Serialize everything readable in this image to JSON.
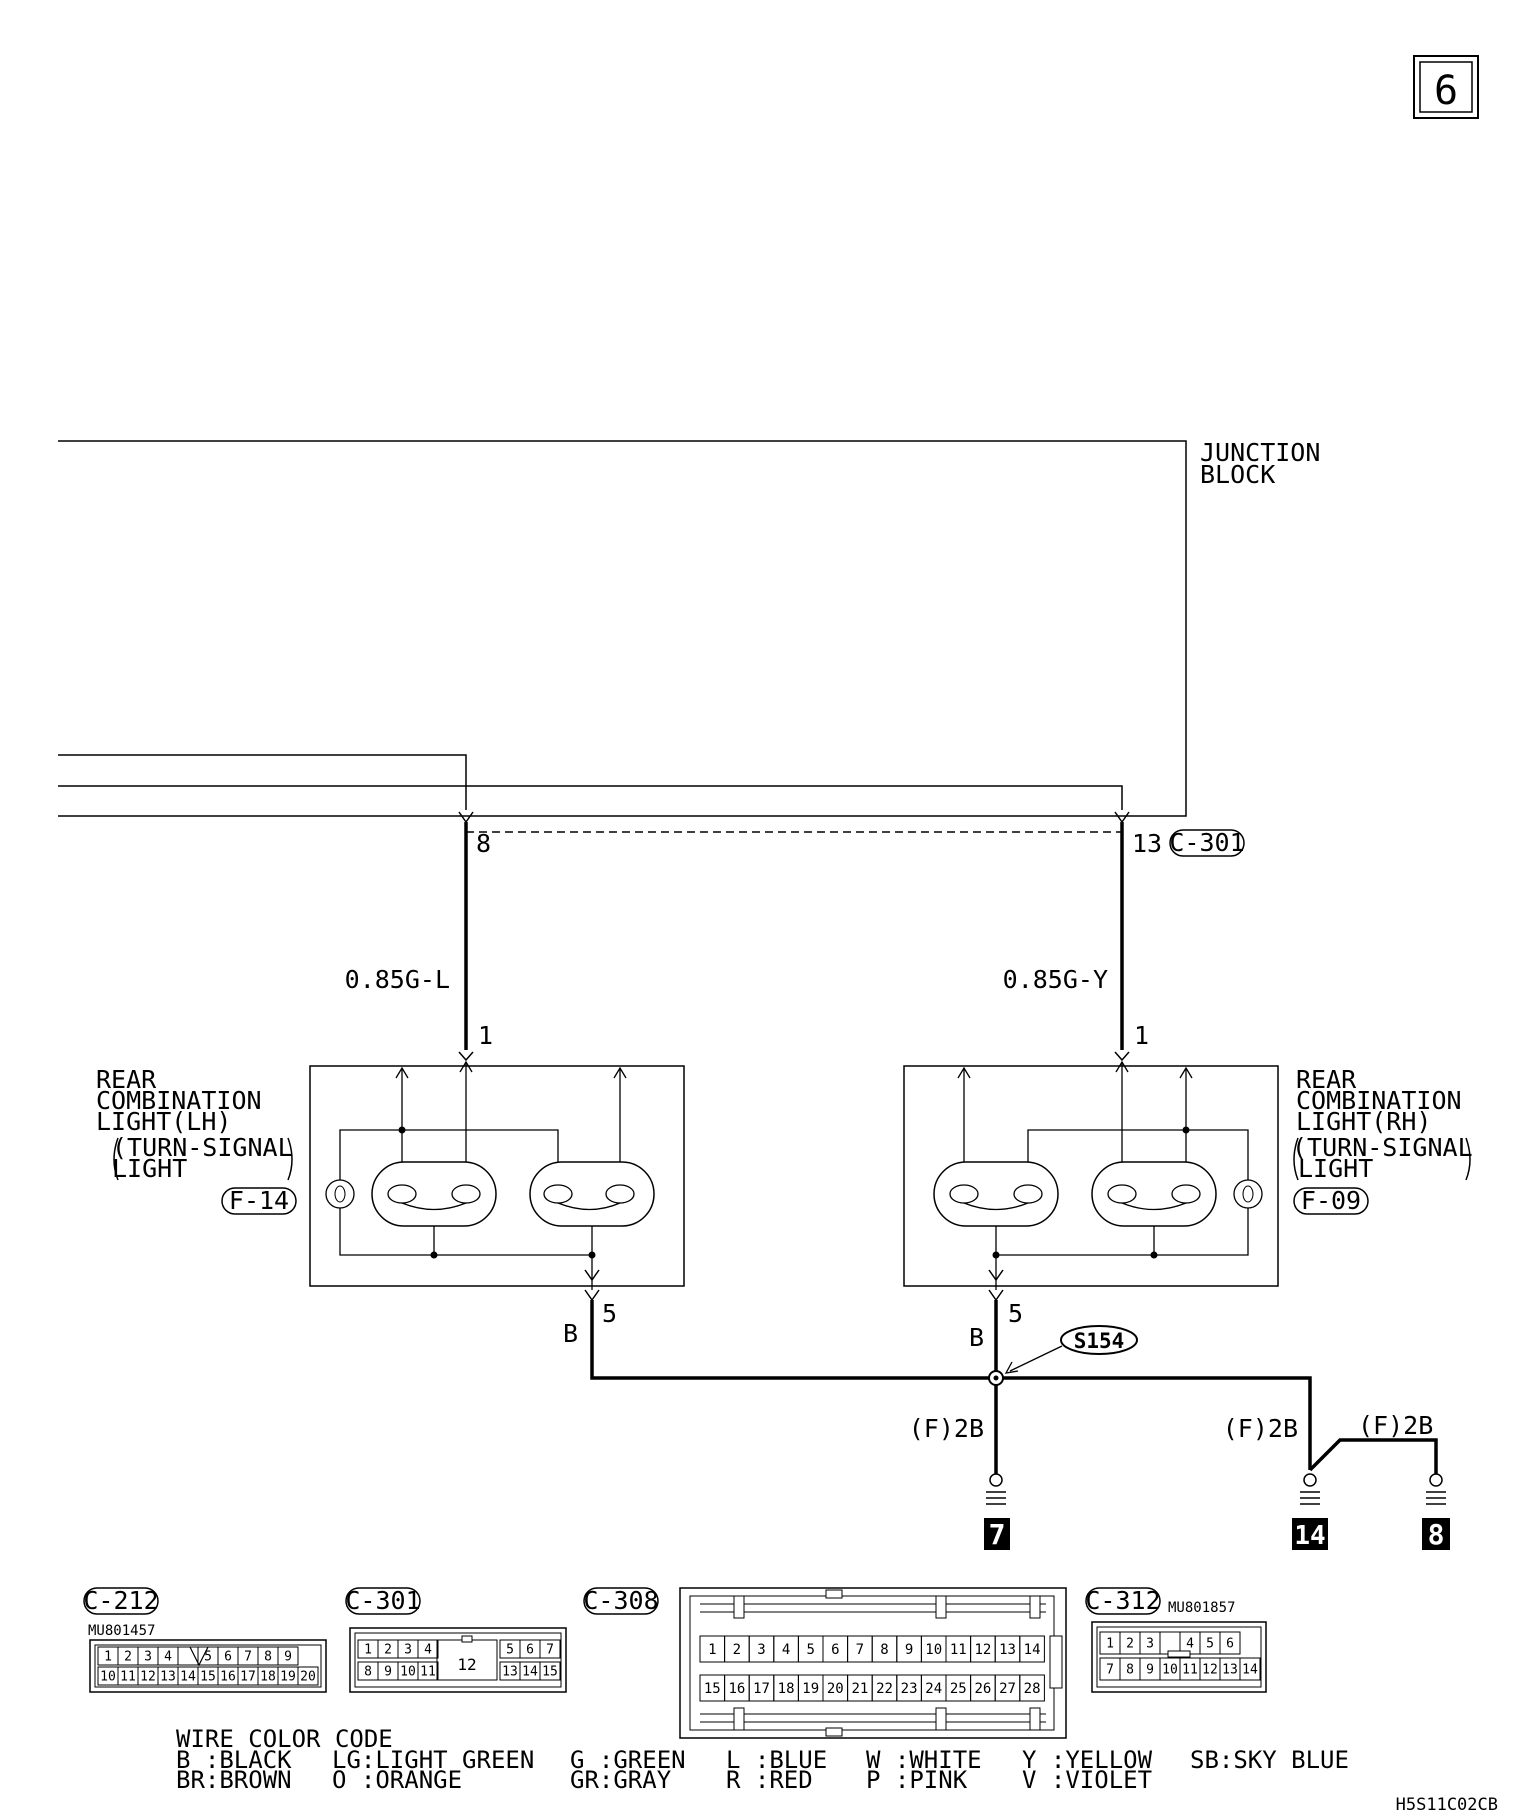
{
  "page_number": "6",
  "junction_block": {
    "line1": "JUNCTION",
    "line2": "BLOCK"
  },
  "connector_c301_main": {
    "label": "C-301",
    "pin_left": "8",
    "pin_right": "13"
  },
  "wires": {
    "left_wire": "0.85G-L",
    "right_wire": "0.85G-Y",
    "ground_lh": "B",
    "ground_rh": "B",
    "ground_7": "(F)2B",
    "ground_14": "(F)2B",
    "ground_8": "(F)2B"
  },
  "lamp_lh": {
    "name_lines": [
      "REAR",
      "COMBINATION",
      "LIGHT(LH)",
      "(TURN-SIGNAL",
      "LIGHT"
    ],
    "connector": "F-14",
    "pin_in": "1",
    "pin_out": "5"
  },
  "lamp_rh": {
    "name_lines": [
      "REAR",
      "COMBINATION",
      "LIGHT(RH)",
      "(TURN-SIGNAL",
      "LIGHT"
    ],
    "connector": "F-09",
    "pin_in": "1",
    "pin_out": "5"
  },
  "splice": "S154",
  "grounds": [
    "7",
    "14",
    "8"
  ],
  "connectors": {
    "c212": {
      "label": "C-212",
      "part": "MU801457",
      "row1": [
        "1",
        "2",
        "3",
        "4",
        "",
        "5",
        "6",
        "7",
        "8",
        "9"
      ],
      "row2": [
        "10",
        "11",
        "12",
        "13",
        "14",
        "15",
        "16",
        "17",
        "18",
        "19",
        "20"
      ]
    },
    "c301": {
      "label": "C-301",
      "row1": [
        "1",
        "2",
        "3",
        "4",
        "5",
        "6",
        "7"
      ],
      "row2": [
        "8",
        "9",
        "10",
        "11",
        "13",
        "14",
        "15"
      ],
      "center": "12"
    },
    "c308": {
      "label": "C-308",
      "row1": [
        "1",
        "2",
        "3",
        "4",
        "5",
        "6",
        "7",
        "8",
        "9",
        "10",
        "11",
        "12",
        "13",
        "14"
      ],
      "row2": [
        "15",
        "16",
        "17",
        "18",
        "19",
        "20",
        "21",
        "22",
        "23",
        "24",
        "25",
        "26",
        "27",
        "28"
      ]
    },
    "c312": {
      "label": "C-312",
      "part": "MU801857",
      "row1": [
        "1",
        "2",
        "3",
        "",
        "4",
        "5",
        "6"
      ],
      "row2": [
        "7",
        "8",
        "9",
        "10",
        "11",
        "12",
        "13",
        "14"
      ]
    }
  },
  "wire_color_code": {
    "title": "WIRE COLOR CODE",
    "row1": [
      "B :BLACK",
      "LG:LIGHT GREEN",
      "G :GREEN",
      "L :BLUE",
      "W :WHITE",
      "Y :YELLOW",
      "SB:SKY BLUE"
    ],
    "row2": [
      "BR:BROWN",
      "O :ORANGE",
      "GR:GRAY",
      "R :RED",
      "P :PINK",
      "V :VIOLET"
    ]
  },
  "figure_code": "H5S11C02CB"
}
